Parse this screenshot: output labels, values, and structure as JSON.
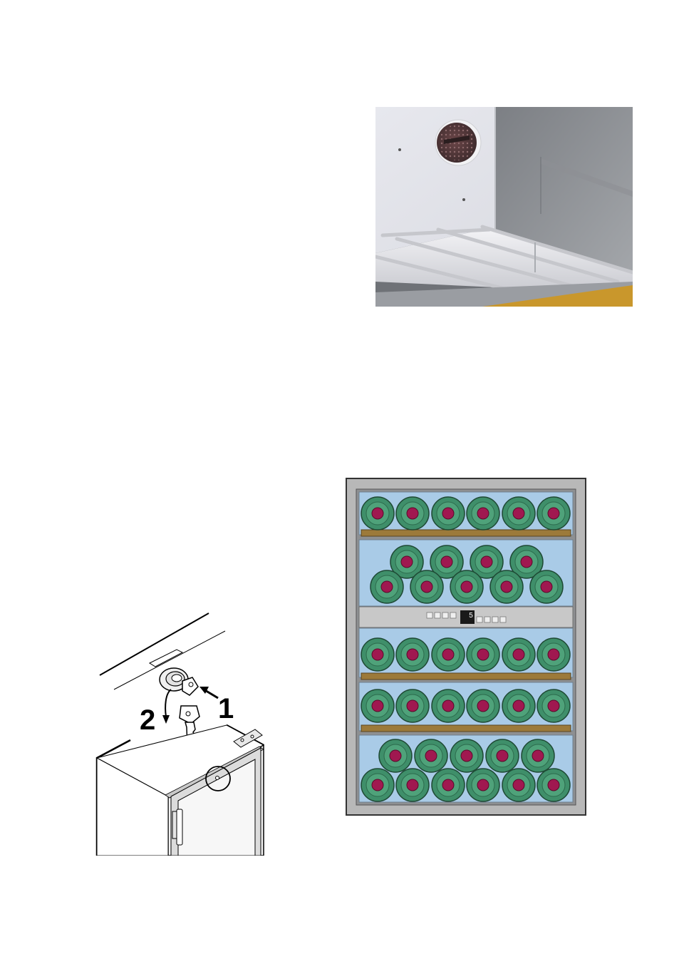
{
  "figures": {
    "lock_diagram": {
      "step_1": "1",
      "step_2": "2"
    },
    "control_panel": {
      "display_value": "5"
    }
  },
  "colors": {
    "bottle_green": "#3f8f6a",
    "bottle_cork": "#a01850",
    "shelf_wood": "#9c7a3a",
    "interior_blue": "#a9cbe7",
    "cabinet_grey": "#b8b8b8",
    "floor_wood": "#c9972c"
  }
}
